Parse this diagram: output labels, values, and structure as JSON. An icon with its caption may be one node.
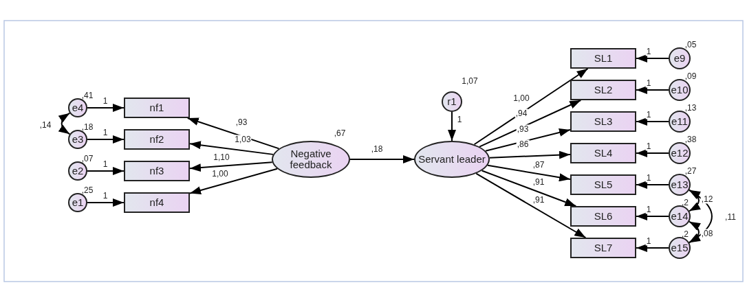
{
  "diagram": {
    "nodes": [
      {
        "text": [
          "e4"
        ],
        "beside": [
          ",41"
        ]
      },
      {
        "text": [
          "e3"
        ],
        "beside": [
          ",18"
        ]
      },
      {
        "text": [
          "e2"
        ],
        "beside": [
          ",07"
        ]
      },
      {
        "text": [
          "e1"
        ],
        "beside": [
          ",25"
        ]
      },
      {
        "text": [
          "nf1"
        ]
      },
      {
        "text": [
          "nf2"
        ]
      },
      {
        "text": [
          "nf3"
        ]
      },
      {
        "text": [
          "nf4"
        ]
      },
      {
        "text": [
          "Negative feedback"
        ],
        "beside": [
          ",67"
        ]
      },
      {
        "text": [
          "r1"
        ],
        "beside": [
          "1,07"
        ]
      },
      {
        "text": [
          "Servant leader"
        ]
      },
      {
        "text": [
          "SL1"
        ]
      },
      {
        "text": [
          "SL2"
        ]
      },
      {
        "text": [
          "SL3"
        ]
      },
      {
        "text": [
          "SL4"
        ]
      },
      {
        "text": [
          "SL5"
        ]
      },
      {
        "text": [
          "SL6"
        ]
      },
      {
        "text": [
          "SL7"
        ]
      },
      {
        "text": [
          "e9"
        ],
        "beside": [
          ",05"
        ]
      },
      {
        "text": [
          "e10"
        ],
        "beside": [
          ",09"
        ]
      },
      {
        "text": [
          "e11"
        ],
        "beside": [
          ",13"
        ]
      },
      {
        "text": [
          "e12"
        ],
        "beside": [
          ",38"
        ]
      },
      {
        "text": [
          "e13"
        ],
        "beside": [
          ",27"
        ]
      },
      {
        "text": [
          "e14"
        ],
        "beside": [
          ",2"
        ]
      },
      {
        "text": [
          "e15"
        ],
        "beside": [
          ",2"
        ]
      }
    ],
    "edges": [
      {
        "from": 0,
        "to": 4,
        "arrow": "to",
        "label": "1"
      },
      {
        "from": 1,
        "to": 5,
        "arrow": "to",
        "label": "1"
      },
      {
        "from": 2,
        "to": 6,
        "arrow": "to",
        "label": "1"
      },
      {
        "from": 3,
        "to": 7,
        "arrow": "to",
        "label": "1"
      },
      {
        "from": 0,
        "to": 1,
        "arrow": "both",
        "label": ",14"
      },
      {
        "from": 8,
        "to": 4,
        "arrow": "to",
        "label": ",93"
      },
      {
        "from": 8,
        "to": 5,
        "arrow": "to",
        "label": "1,03"
      },
      {
        "from": 8,
        "to": 6,
        "arrow": "to",
        "label": "1,10"
      },
      {
        "from": 8,
        "to": 7,
        "arrow": "to",
        "label": "1,00"
      },
      {
        "from": 8,
        "to": 10,
        "arrow": "to",
        "label": ",18"
      },
      {
        "from": 9,
        "to": 10,
        "arrow": "to",
        "label": "1"
      },
      {
        "from": 10,
        "to": 11,
        "arrow": "to",
        "label": "1,00"
      },
      {
        "from": 10,
        "to": 12,
        "arrow": "to",
        "label": ",94"
      },
      {
        "from": 10,
        "to": 13,
        "arrow": "to",
        "label": ",93"
      },
      {
        "from": 10,
        "to": 14,
        "arrow": "to",
        "label": ",86"
      },
      {
        "from": 10,
        "to": 15,
        "arrow": "to",
        "label": ",87"
      },
      {
        "from": 10,
        "to": 16,
        "arrow": "to",
        "label": ",91"
      },
      {
        "from": 10,
        "to": 17,
        "arrow": "to",
        "label": ",91"
      },
      {
        "from": 18,
        "to": 11,
        "arrow": "to",
        "label": "1"
      },
      {
        "from": 19,
        "to": 12,
        "arrow": "to",
        "label": "1"
      },
      {
        "from": 20,
        "to": 13,
        "arrow": "to",
        "label": "1"
      },
      {
        "from": 21,
        "to": 14,
        "arrow": "to",
        "label": "1"
      },
      {
        "from": 22,
        "to": 15,
        "arrow": "to",
        "label": "1"
      },
      {
        "from": 23,
        "to": 16,
        "arrow": "to",
        "label": "1"
      },
      {
        "from": 24,
        "to": 17,
        "arrow": "to",
        "label": "1"
      },
      {
        "from": 22,
        "to": 23,
        "arrow": "both",
        "label": ",12"
      },
      {
        "from": 23,
        "to": 24,
        "arrow": "both",
        "label": ",08"
      },
      {
        "from": 22,
        "to": 24,
        "arrow": "both",
        "label": ",11"
      }
    ]
  }
}
